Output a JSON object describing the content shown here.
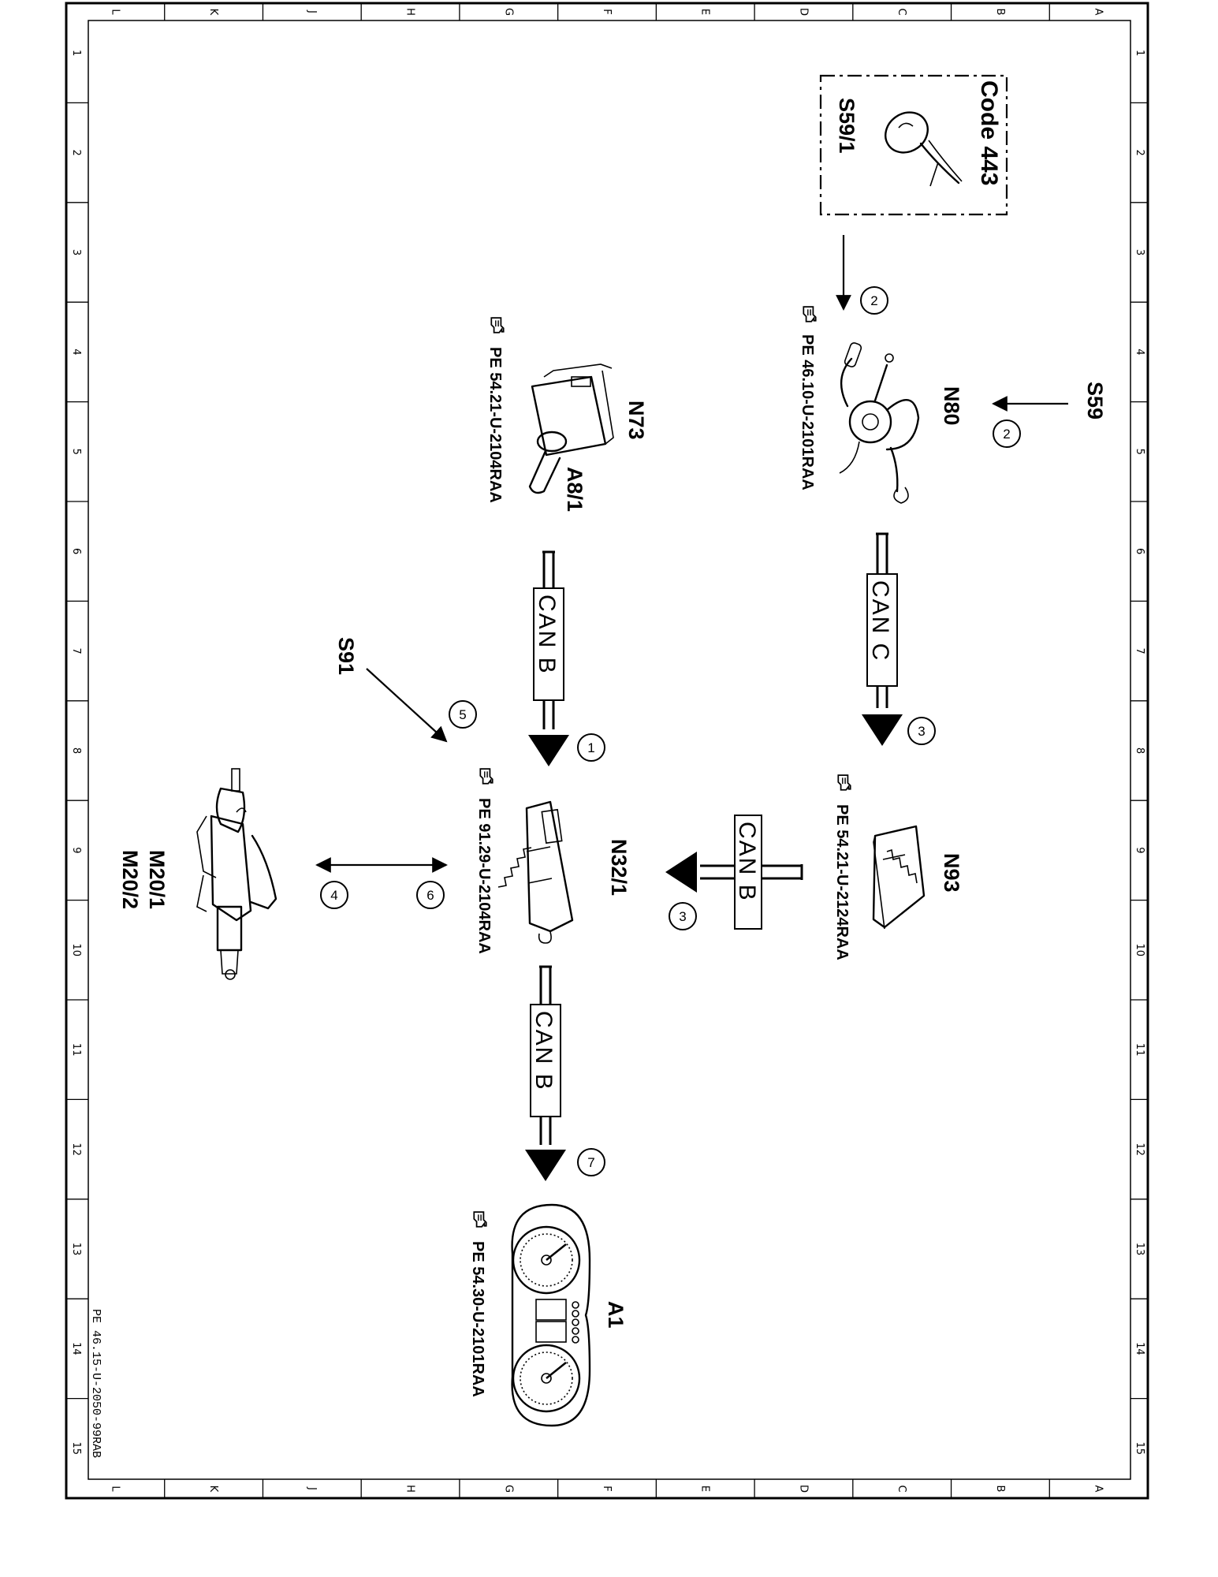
{
  "frame": {
    "letters": [
      "A",
      "B",
      "C",
      "D",
      "E",
      "F",
      "G",
      "H",
      "J",
      "K",
      "L"
    ],
    "numbers": [
      "1",
      "2",
      "3",
      "4",
      "5",
      "6",
      "7",
      "8",
      "9",
      "10",
      "11",
      "12",
      "13",
      "14",
      "15"
    ]
  },
  "components": {
    "code_box": "Code 443",
    "s59_1": "S59/1",
    "s59": "S59",
    "n80": "N80",
    "n73": "N73",
    "a8_1": "A8/1",
    "s91": "S91",
    "n93": "N93",
    "n32_1": "N32/1",
    "m20_1": "M20/1",
    "m20_2": "M20/2",
    "a1": "A1"
  },
  "references": {
    "n80": "PE 46.10-U-2101RAA",
    "n73": "PE 54.21-U-2104RAA",
    "n93": "PE 54.21-U-2124RAA",
    "n32_1": "PE 91.29-U-2104RAA",
    "a1": "PE 54.30-U-2101RAA"
  },
  "buses": {
    "can_c": "CAN C",
    "can_b_1": "CAN B",
    "can_b_2": "CAN B",
    "can_b_3": "CAN B"
  },
  "steps": {
    "s1": "1",
    "s2a": "2",
    "s2b": "2",
    "s3a": "3",
    "s3b": "3",
    "s4": "4",
    "s5": "5",
    "s6": "6",
    "s7": "7"
  },
  "footer": "PE 46.15-U-2050-99RAB"
}
